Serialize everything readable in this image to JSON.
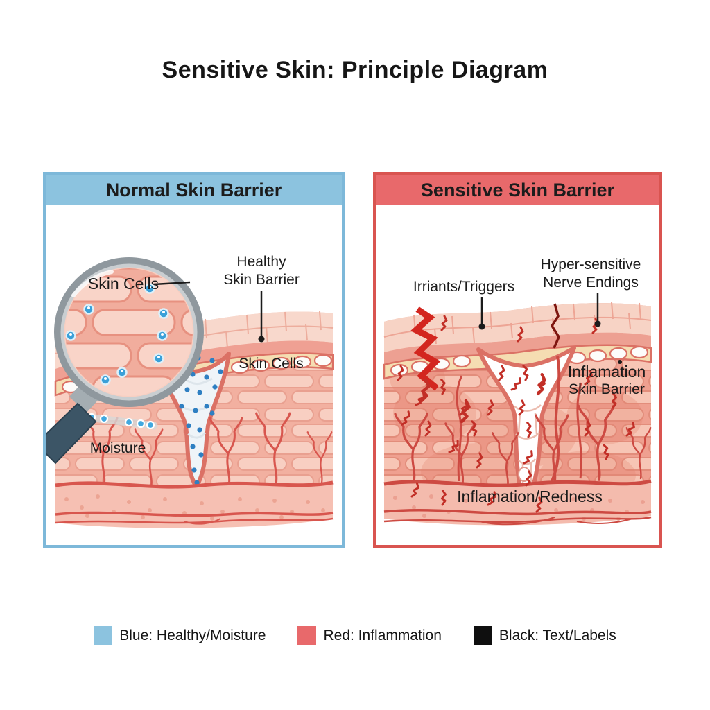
{
  "title": "Sensitive Skin: Principle Diagram",
  "colors": {
    "healthy_blue": "#8cc3df",
    "inflammation_red": "#e8696b",
    "label_black": "#0f0f0f",
    "vessel_red": "#d8564e",
    "skin_pink": "#f8cfc2"
  },
  "panels": {
    "normal": {
      "header": "Normal Skin Barrier",
      "labels": {
        "lens_skin_cells": "Skin Cells",
        "healthy_line1": "Healthy",
        "healthy_line2": "Skin Barrier",
        "skin_cells": "Skin Cells",
        "moisture": "Moisture"
      }
    },
    "sensitive": {
      "header": "Sensitive Skin Barrier",
      "labels": {
        "irritants": "Irriants/Triggers",
        "nerve_line1": "Hyper-sensitive",
        "nerve_line2": "Nerve Endings",
        "inflammation_line1": "Inflamation",
        "inflammation_line2": "Skin Barrier",
        "redness": "Inflamation/Redness"
      }
    }
  },
  "legend": [
    {
      "label": "Blue: Healthy/Moisture",
      "color": "#8cc3df"
    },
    {
      "label": "Red: Inflammation",
      "color": "#e8696b"
    },
    {
      "label": "Black: Text/Labels",
      "color": "#0f0f0f"
    }
  ]
}
